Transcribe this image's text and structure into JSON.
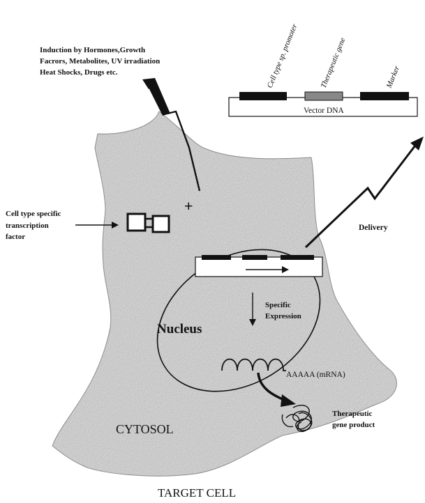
{
  "induction": {
    "line1": "Induction by Hormones,Growth",
    "line2": "Facrors, Metabolites, UV irradiation",
    "line3": "Heat Shocks, Drugs etc."
  },
  "vector": {
    "promoter": "Cell type sp. promoter",
    "gene": "Therapeutic gene",
    "marker": "Marker",
    "label": "Vector DNA"
  },
  "transcription_factor": {
    "line1": "Cell type specific",
    "line2": "transcription",
    "line3": "factor"
  },
  "plus": "+",
  "delivery": "Delivery",
  "expression": {
    "line1": "Specific",
    "line2": "Expression"
  },
  "nucleus": "Nucleus",
  "mrna": "AAAAA (mRNA)",
  "product": {
    "line1": "Therapeutic",
    "line2": "gene product"
  },
  "cytosol": "CYTOSOL",
  "target_cell": "TARGET CELL"
}
